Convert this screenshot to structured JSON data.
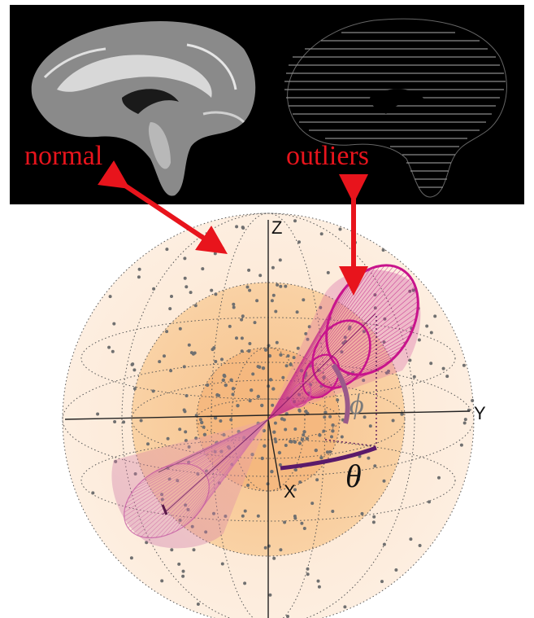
{
  "top_panel": {
    "left_label": "normal",
    "right_label": "outliers",
    "label_color": "#e8141c",
    "background": "#000000"
  },
  "sphere": {
    "axes": {
      "z": "Z",
      "y": "Y",
      "x": "X"
    },
    "angles": {
      "phi": "ϕ",
      "theta": "θ"
    },
    "colors": {
      "outer_shell": "#fde9d6",
      "middle_shell": "#f8c58f",
      "inner_shell": "#f3b276",
      "cone_magenta": "#d0209a",
      "cone_pink": "#e88ab0",
      "theta_arc": "#5a1a6a",
      "phi_arc": "#9a4a8a",
      "arrow": "#e8141c"
    }
  }
}
